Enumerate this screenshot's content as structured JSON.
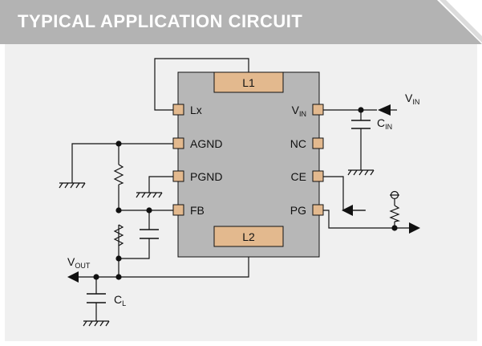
{
  "header": {
    "title": "TYPICAL APPLICATION CIRCUIT"
  },
  "chip": {
    "inductor_top": "L1",
    "inductor_bottom": "L2",
    "pins_left": [
      "Lx",
      "AGND",
      "PGND",
      "FB"
    ],
    "pins_right": [
      {
        "main": "V",
        "sub": "IN"
      },
      {
        "main": "NC",
        "sub": ""
      },
      {
        "main": "CE",
        "sub": ""
      },
      {
        "main": "PG",
        "sub": ""
      }
    ]
  },
  "external": {
    "vin": {
      "main": "V",
      "sub": "IN"
    },
    "cin": {
      "main": "C",
      "sub": "IN"
    },
    "vout": {
      "main": "V",
      "sub": "OUT"
    },
    "cl": {
      "main": "C",
      "sub": "L"
    }
  },
  "colors": {
    "header_bg": "#b3b3b3",
    "panel_bg": "#f0f0f0",
    "chip_fill": "#b7b7b7",
    "inductor_fill": "#e3b98e",
    "pin_fill": "#e3b98e",
    "wire": "#111111"
  }
}
